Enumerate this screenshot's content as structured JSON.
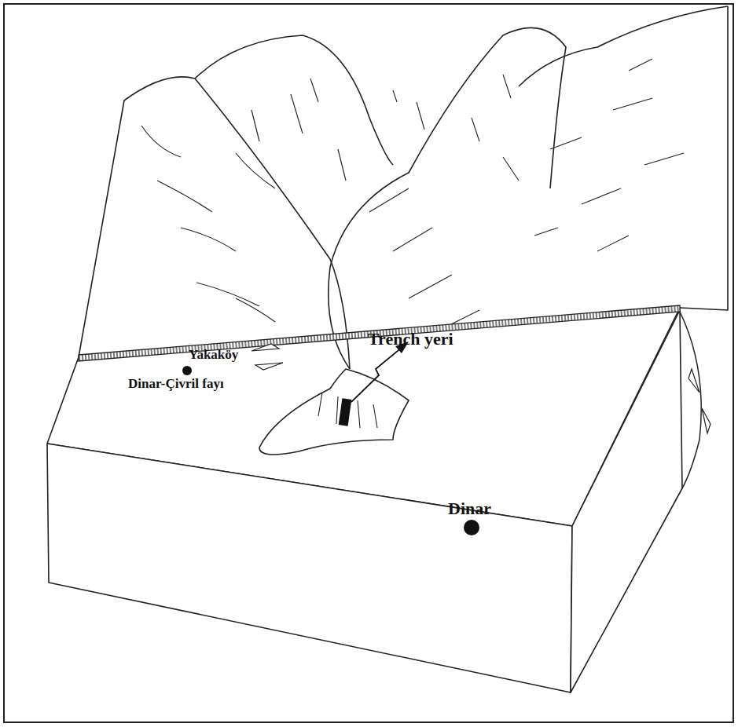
{
  "diagram": {
    "labels": [
      "Trench yeri",
      "Yakaköy",
      "Dinar-Çivril fayı",
      "Dinar"
    ]
  }
}
